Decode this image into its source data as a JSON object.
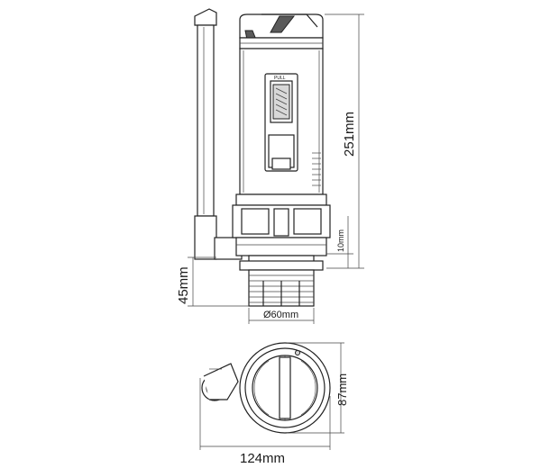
{
  "dimensions": {
    "height_total": "251mm",
    "height_lower": "10mm",
    "thread_height": "45mm",
    "thread_diameter": "Ø60mm",
    "depth": "87mm",
    "width": "124mm"
  },
  "labels": {
    "pull": "PULL"
  }
}
